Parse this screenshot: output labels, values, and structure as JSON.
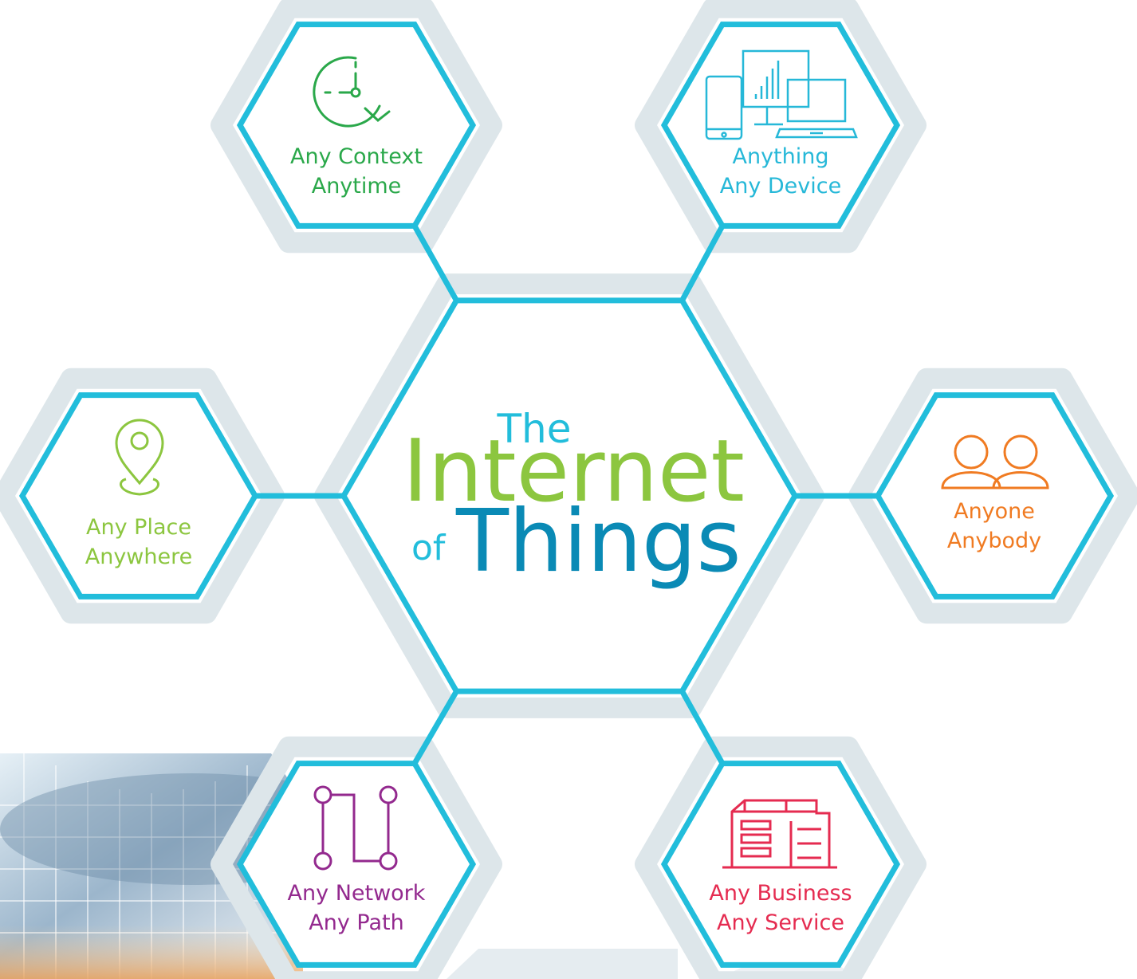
{
  "title": {
    "the": "The",
    "internet": "Internet",
    "of": "of",
    "things": "Things"
  },
  "hexes": [
    {
      "id": "context",
      "icon": "clock-refresh-icon",
      "line1": "Any Context",
      "line2": "Anytime",
      "color": "#2aa84a"
    },
    {
      "id": "device",
      "icon": "devices-icon",
      "line1": "Anything",
      "line2": "Any Device",
      "color": "#26b8d8"
    },
    {
      "id": "place",
      "icon": "location-pin-icon",
      "line1": "Any Place",
      "line2": "Anywhere",
      "color": "#8cc63f"
    },
    {
      "id": "anyone",
      "icon": "people-icon",
      "line1": "Anyone",
      "line2": "Anybody",
      "color": "#f07b22"
    },
    {
      "id": "network",
      "icon": "network-path-icon",
      "line1": "Any Network",
      "line2": "Any Path",
      "color": "#93298e"
    },
    {
      "id": "business",
      "icon": "building-icon",
      "line1": "Any Business",
      "line2": "Any Service",
      "color": "#e52b50"
    }
  ],
  "colors": {
    "frame": "#22bddb",
    "shadow": "#dde6ea",
    "title_the": "#22bddb",
    "title_internet": "#8cc63f",
    "title_of": "#22bddb",
    "title_things": "#0a8ab5"
  }
}
